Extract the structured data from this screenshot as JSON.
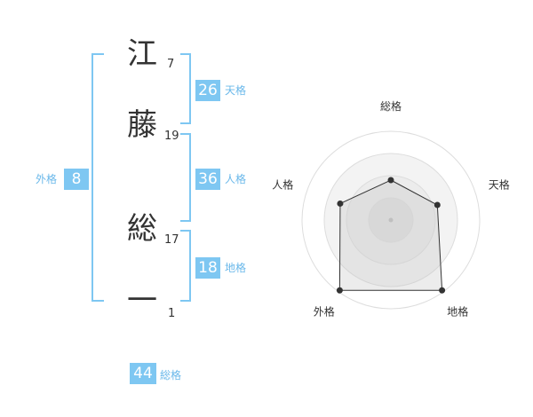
{
  "name_chars": [
    {
      "char": "江",
      "strokes": "7"
    },
    {
      "char": "藤",
      "strokes": "19"
    },
    {
      "char": "総",
      "strokes": "17"
    },
    {
      "char": "一",
      "strokes": "1"
    }
  ],
  "kaku": {
    "tenkaku": {
      "value": "26",
      "label": "天格"
    },
    "jinkaku": {
      "value": "36",
      "label": "人格"
    },
    "chikaku": {
      "value": "18",
      "label": "地格"
    },
    "gaikaku": {
      "value": "8",
      "label": "外格"
    },
    "soukaku": {
      "value": "44",
      "label": "総格"
    }
  },
  "colors": {
    "accent": "#7ec7f2",
    "label": "#6ab8ea",
    "text": "#333333"
  },
  "radar": {
    "axes": [
      "総格",
      "天格",
      "地格",
      "外格",
      "人格"
    ],
    "values": [
      0.45,
      0.55,
      0.98,
      0.98,
      0.6
    ],
    "rings": 4
  }
}
